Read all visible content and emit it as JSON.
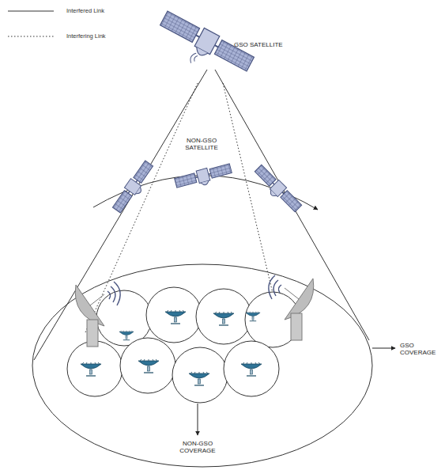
{
  "diagram": {
    "labels": [
      "GSO SATELLITE",
      "NON-GSO SATELLITE",
      "GSO COVERAGE",
      "NON-GSO COVERAGE"
    ],
    "legend": [
      {
        "text": "Interfered Link"
      },
      {
        "text": "Interfering Link"
      }
    ]
  }
}
